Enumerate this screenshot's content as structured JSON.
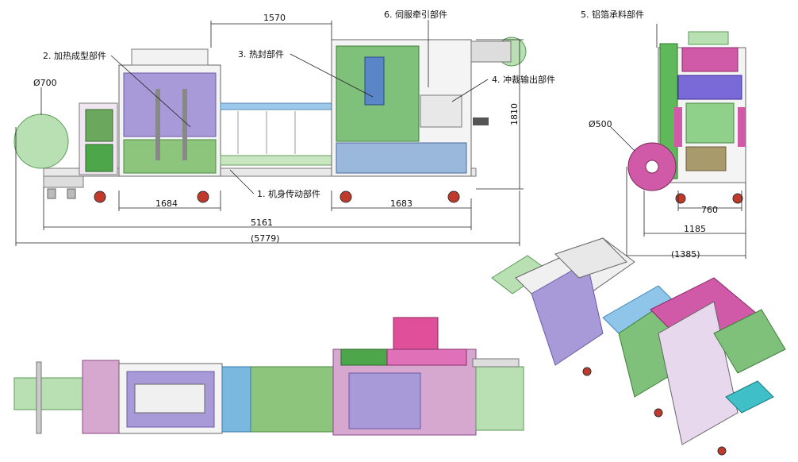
{
  "colors": {
    "green": "#8fd08a",
    "dark_green": "#2e8b3a",
    "purple": "#9b86d8",
    "magenta": "#d05aa8",
    "blue": "#6aa8e8",
    "frame_gray": "#9a9a9a",
    "panel_green": "#7ec57a"
  },
  "labels": {
    "part1": "1. 机身传动部件",
    "part2": "2. 加热成型部件",
    "part3": "3. 热封部件",
    "part4": "4. 冲裁输出部件",
    "part5": "5. 铝箔承料部件",
    "part6": "6. 伺服牵引部件"
  },
  "dimensions": {
    "d1570": "1570",
    "d1810": "1810",
    "d1684": "1684",
    "d1683": "1683",
    "d5161": "5161",
    "d5779": "(5779)",
    "dia700": "Ø700",
    "dia500": "Ø500",
    "d760": "760",
    "d1185": "1185",
    "d1385": "(1385)"
  }
}
